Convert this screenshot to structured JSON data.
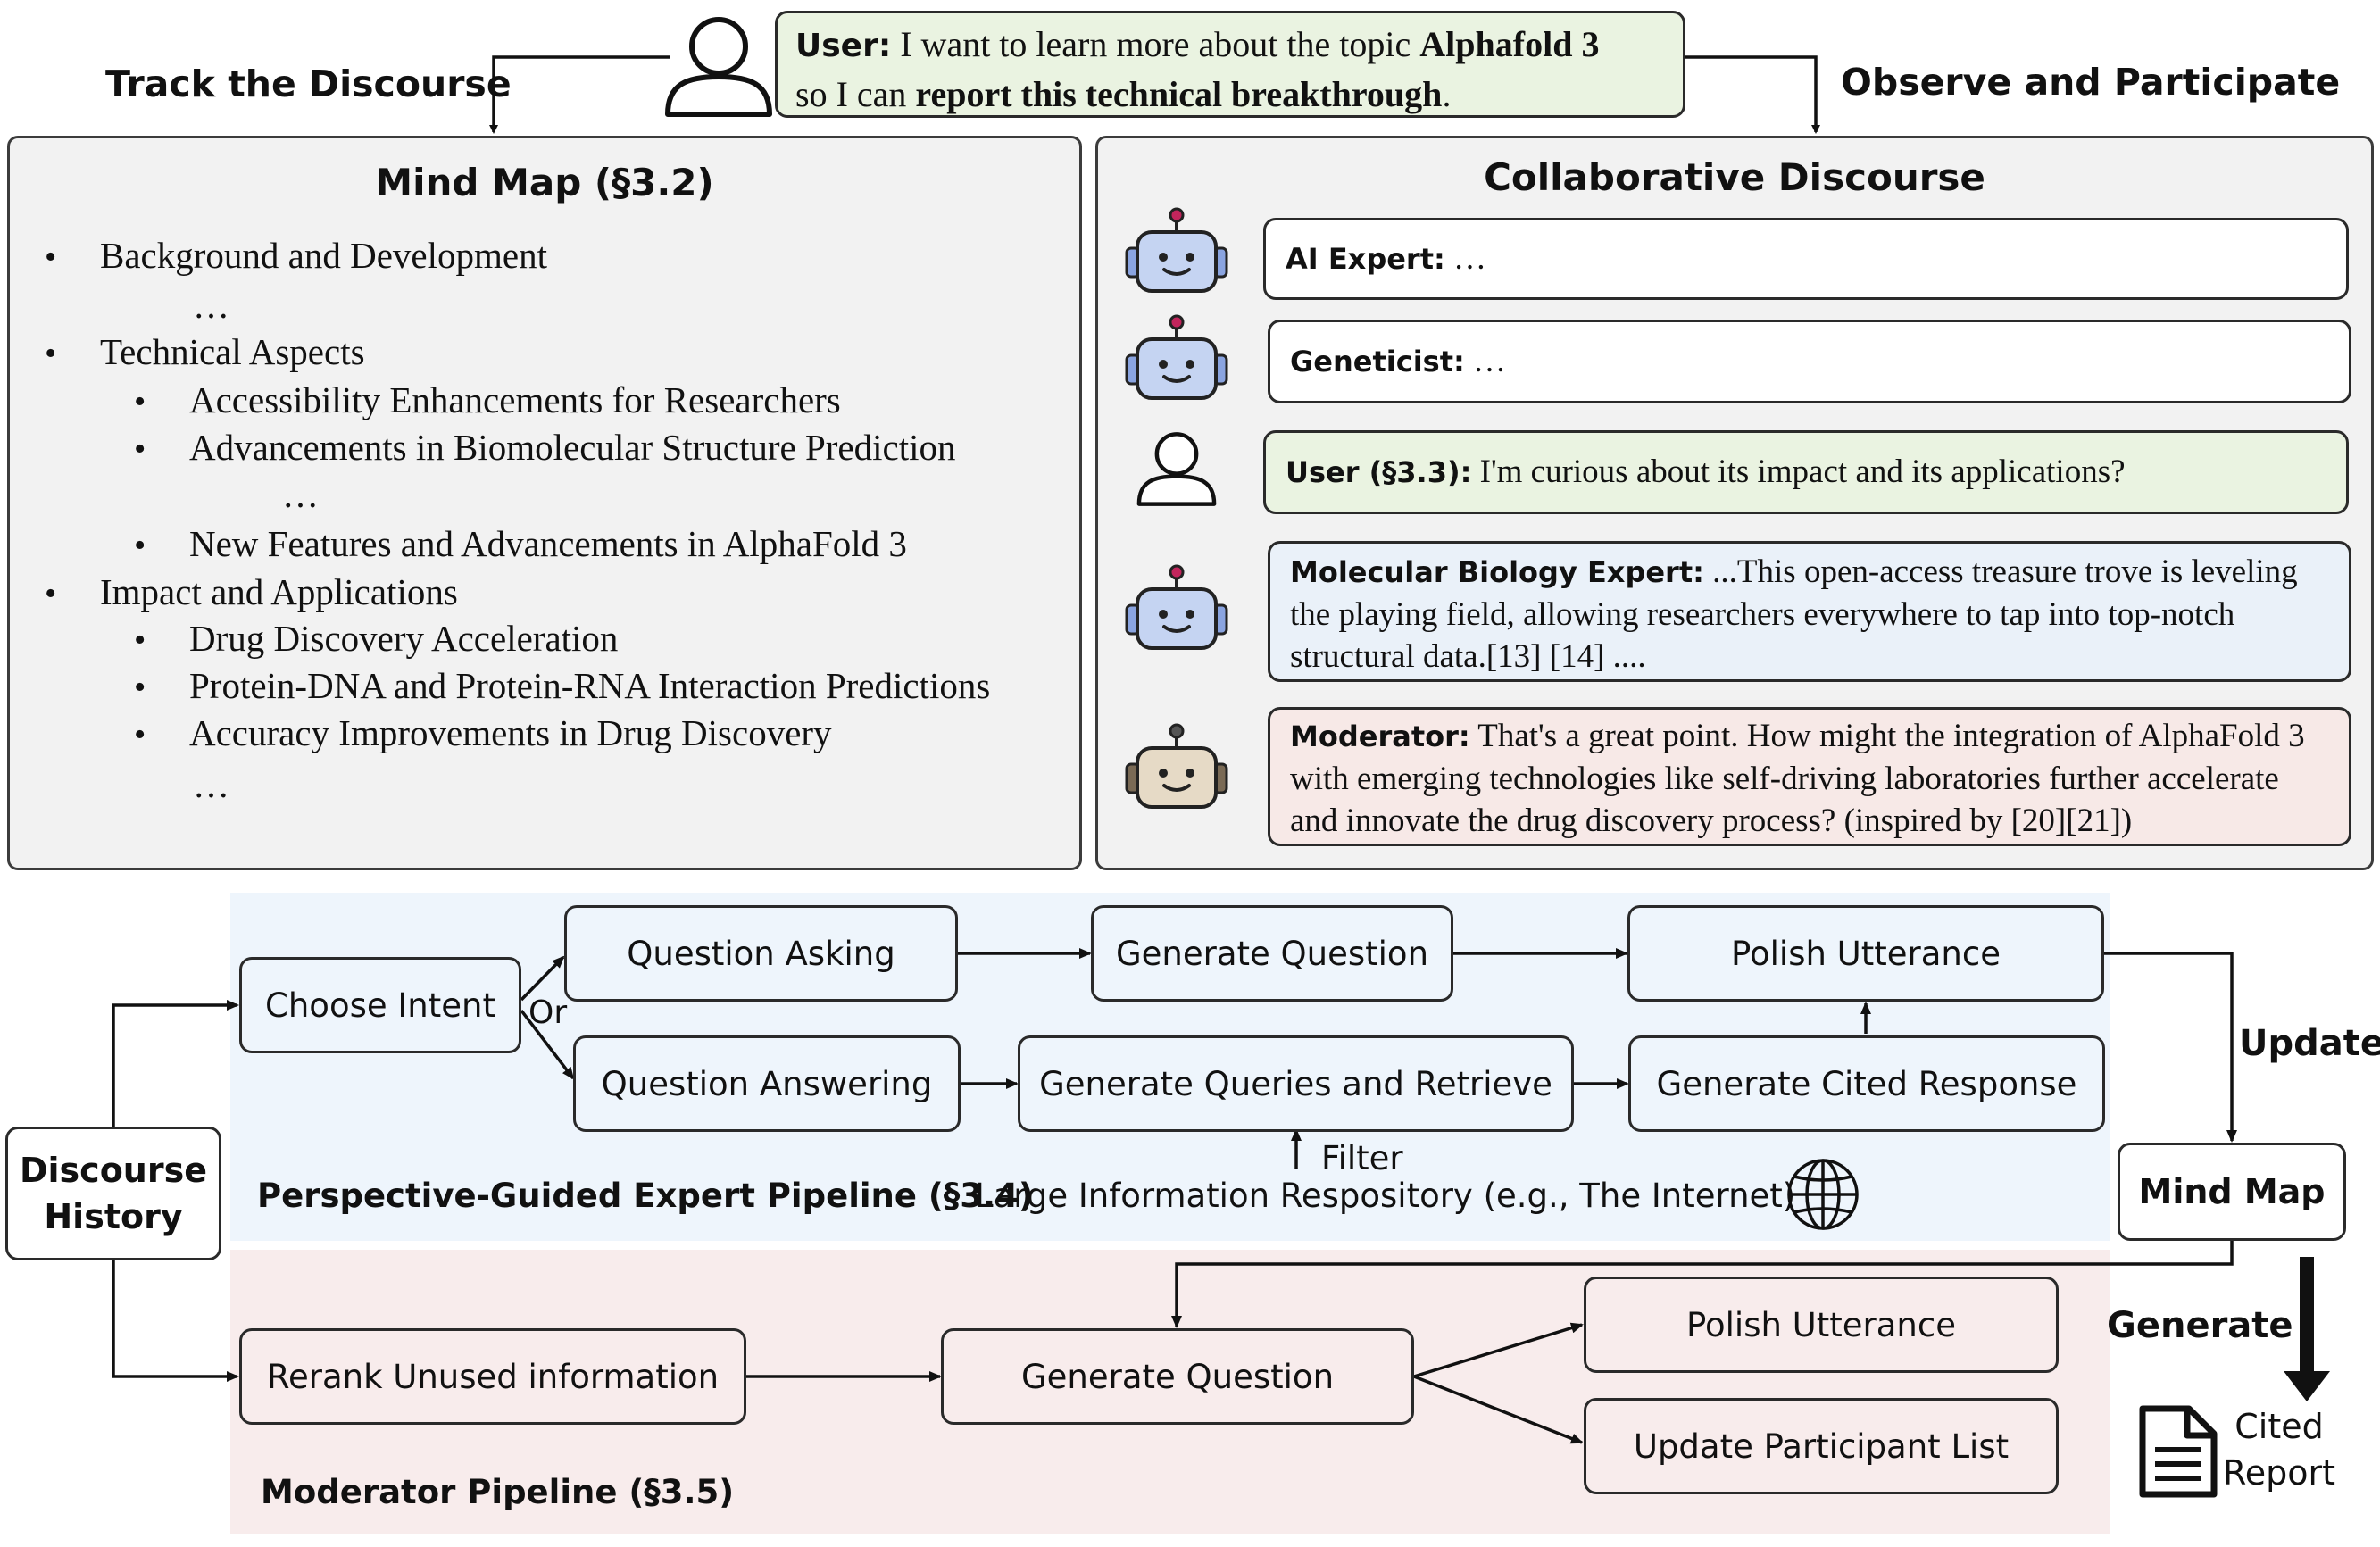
{
  "top": {
    "track_label": "Track the Discourse",
    "observe_label": "Observe and Participate",
    "user_query": {
      "prefix": "User:",
      "t1": " I want to learn more about the topic ",
      "topic": "Alphafold 3",
      "t2": "so I can ",
      "goal": "report this technical breakthrough",
      "t3": "."
    }
  },
  "mind_map": {
    "title": "Mind Map (§3.2)",
    "lines": [
      "Background and Development",
      "…",
      "Technical Aspects",
      "Accessibility Enhancements for Researchers",
      "Advancements in Biomolecular Structure Prediction",
      "…",
      "New Features and Advancements in AlphaFold 3",
      "Impact and Applications",
      "Drug Discovery Acceleration",
      "Protein-DNA and Protein-RNA Interaction Predictions",
      "Accuracy Improvements in Drug Discovery",
      "…"
    ]
  },
  "discourse": {
    "title": "Collaborative Discourse",
    "turns": [
      {
        "speaker": "AI Expert:",
        "text": " …"
      },
      {
        "speaker": "Geneticist:",
        "text": " …"
      },
      {
        "speaker": "User (§3.3):",
        "text": " I'm curious about its impact and its applications?"
      },
      {
        "speaker": "Molecular Biology Expert:",
        "text": " ...This open-access treasure trove is leveling the playing field, allowing researchers everywhere to tap into top-notch structural data.[13] [14] ...."
      },
      {
        "speaker": "Moderator:",
        "text": " That's a great point. How might the integration of AlphaFold 3 with emerging technologies like self-driving laboratories further accelerate and innovate the drug discovery process? (inspired by [20][21])"
      }
    ]
  },
  "pipeline": {
    "discourse_history": "Discourse History",
    "choose_intent": "Choose Intent",
    "or": "Or",
    "question_asking": "Question Asking",
    "question_answering": "Question Answering",
    "generate_question": "Generate Question",
    "generate_queries": "Generate Queries and Retrieve",
    "polish_utterance": "Polish Utterance",
    "generate_cited": "Generate Cited Response",
    "filter": "Filter",
    "repository": "Large Information Respository (e.g., The Internet)",
    "expert_label": "Perspective-Guided Expert Pipeline (§3.4)",
    "update": "Update",
    "mind_map": "Mind Map",
    "generate": "Generate",
    "cited_report": "Cited Report",
    "rerank": "Rerank Unused information",
    "mod_generate_question": "Generate Question",
    "mod_polish": "Polish Utterance",
    "update_participants": "Update Participant List",
    "moderator_label": "Moderator Pipeline (§3.5)"
  },
  "colors": {
    "user_bubble": "#eaf3e1",
    "expert_bubble": "#eaf1f9",
    "moderator_bubble": "#f7e9e7",
    "expert_band": "#eef5fc",
    "moderator_band": "#f8ecec",
    "robot_blue": "#c5d4f2",
    "robot_beige": "#e6dac6",
    "robot_antenna": "#c2255c"
  }
}
